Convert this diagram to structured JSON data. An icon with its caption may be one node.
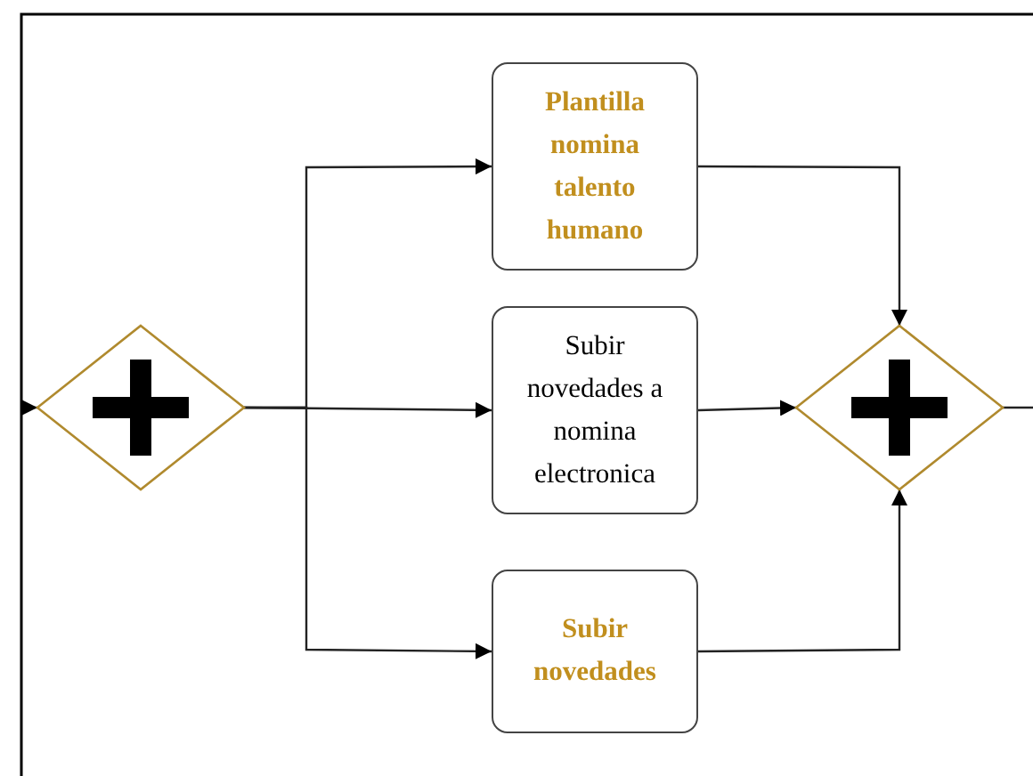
{
  "diagram": {
    "nodes": [
      {
        "text": [],
        "shape": "diamond"
      },
      {
        "text": [
          "Plantilla nomina talento humano"
        ]
      },
      {
        "text": [
          "Subir novedades a nomina electronica"
        ]
      },
      {
        "text": [
          "Subir novedades"
        ]
      },
      {
        "text": [],
        "shape": "diamond"
      }
    ],
    "edges": [
      {
        "from": null,
        "to": 0,
        "arrow": "to"
      },
      {
        "from": 0,
        "to": 1,
        "arrow": "to"
      },
      {
        "from": 0,
        "to": 2,
        "arrow": "to"
      },
      {
        "from": 0,
        "to": 3,
        "arrow": "to"
      },
      {
        "from": 1,
        "to": 4,
        "arrow": "to"
      },
      {
        "from": 2,
        "to": 4,
        "arrow": "to"
      },
      {
        "from": 3,
        "to": 4,
        "arrow": "to"
      },
      {
        "from": 4,
        "to": null,
        "arrow": "none"
      }
    ]
  }
}
